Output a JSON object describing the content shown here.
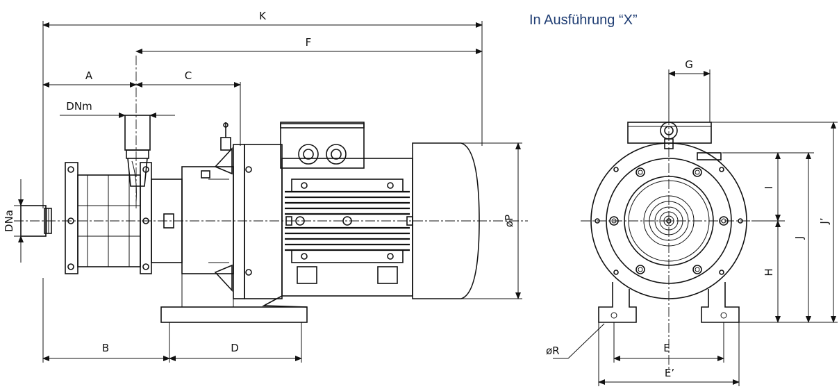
{
  "heading": "In Ausführung “X”",
  "dimensions": {
    "K": "K",
    "F": "F",
    "A": "A",
    "C": "C",
    "DNm": "DNm",
    "DNa": "DNa",
    "B": "B",
    "D": "D",
    "P": "øP",
    "G": "G",
    "I": "I",
    "J": "J",
    "J_prime": "J’",
    "H": "H",
    "R": "øR",
    "E": "E",
    "E_prime": "E’"
  }
}
